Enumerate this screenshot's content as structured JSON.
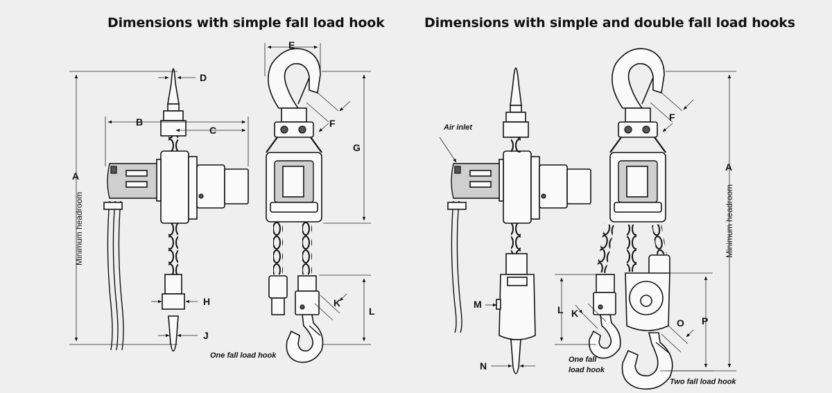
{
  "titles": {
    "left": "Dimensions with simple fall load hook",
    "right": "Dimensions with simple and double fall load hooks"
  },
  "labels": {
    "A": "A",
    "B": "B",
    "C": "C",
    "D": "D",
    "E": "E",
    "F": "F",
    "G": "G",
    "H": "H",
    "J": "J",
    "K": "K",
    "L": "L",
    "M": "M",
    "N": "N",
    "O": "O",
    "P": "P"
  },
  "captions": {
    "minimum_headroom": "Minimum headroom",
    "air_inlet": "Air inlet",
    "one_fall_load_hook": "One fall load hook",
    "one_fall_line1": "One fall",
    "one_fall_line2": "load hook",
    "two_fall_load_hook": "Two fall load hook"
  }
}
